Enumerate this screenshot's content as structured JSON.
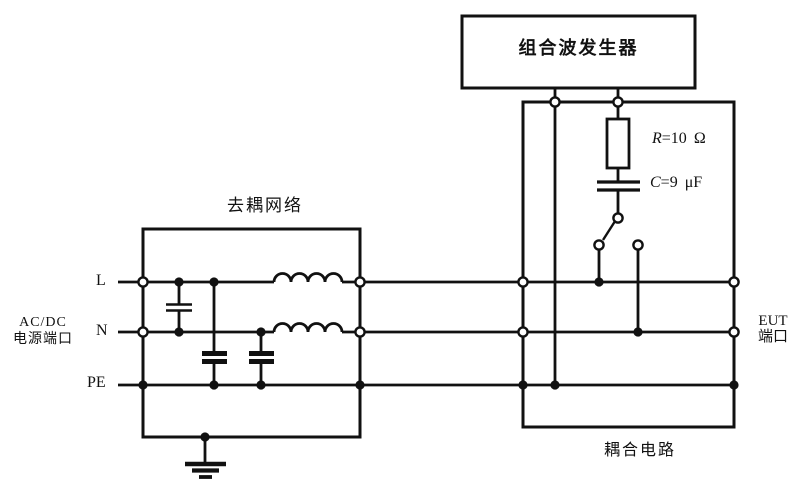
{
  "generator": {
    "label": "组合波发生器"
  },
  "decoupling_network": {
    "label": "去耦网络"
  },
  "coupling_circuit": {
    "label": "耦合电路"
  },
  "ac_dc_port": {
    "line1": "AC/DC",
    "line2": "电源端口"
  },
  "eut_port": {
    "line1": "EUT",
    "line2": "端口"
  },
  "power_lines": {
    "l": "L",
    "n": "N",
    "pe": "PE"
  },
  "components": {
    "resistor": {
      "symbol": "R",
      "value": "=10",
      "unit": "Ω"
    },
    "capacitor": {
      "symbol": "C",
      "value": "=9",
      "unit": "μF"
    }
  },
  "colors": {
    "line": "#111111",
    "background": "#ffffff"
  }
}
